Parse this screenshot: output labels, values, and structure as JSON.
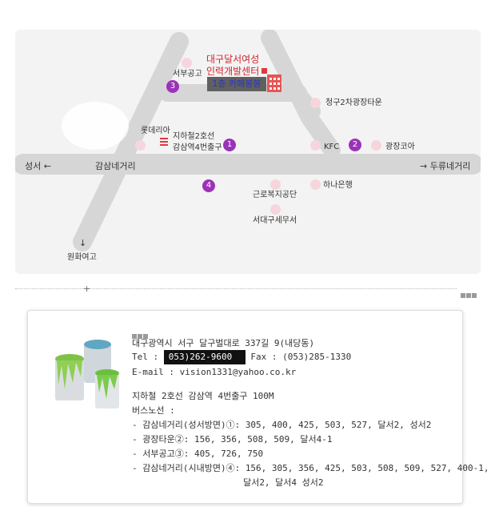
{
  "map": {
    "landmarks": {
      "seobu_school": "서부공고",
      "center_line1": "대구달서여성",
      "center_line2": "인력개발센터",
      "cafe": "1층 카페봉봉",
      "cheonggu": "청구2차광장타운",
      "lotteria": "롯데리아",
      "subway_line": "지하철2호선",
      "subway_exit": "감삼역4번출구",
      "kfc": "KFC",
      "gwangjang": "광장코아",
      "hana": "하나은행",
      "welfare": "근로복지공단",
      "tax": "서대구세무서",
      "wonhwa": "원화여고"
    },
    "roads": {
      "west": "성서 ←",
      "intersection": "감삼네거리",
      "east": "→ 두류네거리",
      "south_arrow": "↓"
    },
    "numbers": [
      "1",
      "2",
      "3",
      "4"
    ]
  },
  "divider": {
    "plus": "+"
  },
  "contact": {
    "address": "대구광역시 서구 달구벌대로 337길 9(내당동)",
    "tel_label": "Tel :",
    "tel_value": "053)262-9600",
    "fax": "Fax : (053)285-1330",
    "email": "E-mail : vision1331@yahoo.co.kr",
    "subway": "지하철 2호선 감삼역 4번출구 100M",
    "bus_title": "버스노선 :",
    "bus_lines": [
      "- 감삼네거리(성서방면)①: 305, 400, 425, 503, 527, 달서2, 성서2",
      "- 광장타운②: 156, 356, 508, 509, 달서4-1",
      "- 서부공고③: 405, 726, 750",
      "- 감삼네거리(시내방면)④: 156, 305, 356, 425, 503, 508, 509, 527, 400-1,",
      "                     달서2, 달서4 성서2"
    ]
  },
  "icons": [
    "paint-can-icon",
    "building-icon",
    "subway-icon"
  ]
}
